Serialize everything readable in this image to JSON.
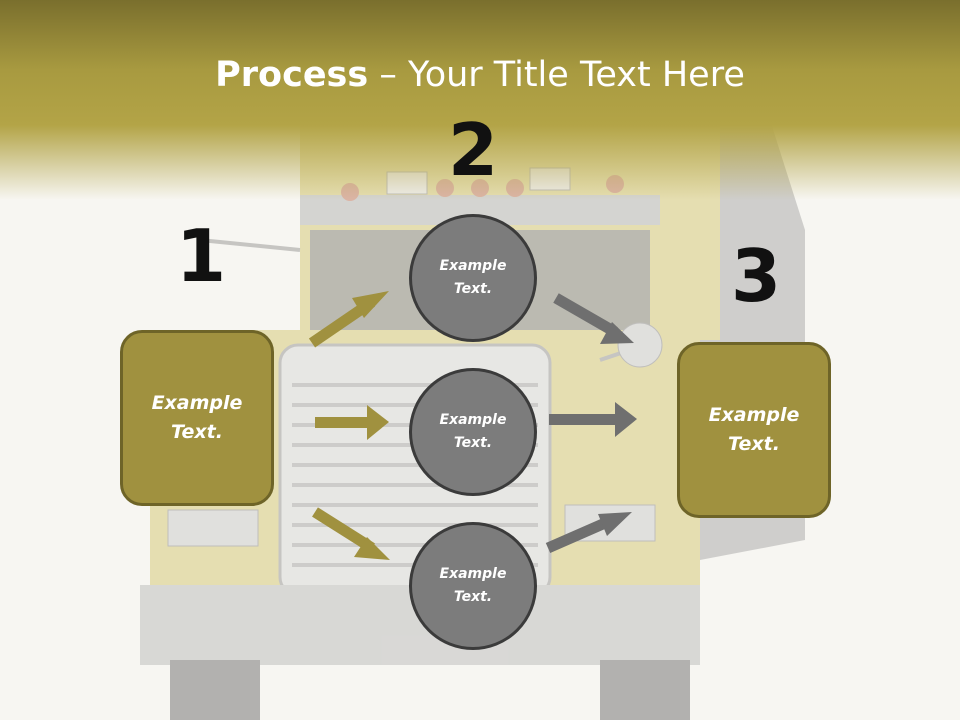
{
  "slide": {
    "title_bold": "Process",
    "title_rest": " – Your Title Text Here"
  },
  "steps": {
    "one": "1",
    "two": "2",
    "three": "3"
  },
  "left_box": {
    "text": "Example\nText."
  },
  "right_box": {
    "text": "Example\nText."
  },
  "circles": [
    {
      "text": "Example\nText."
    },
    {
      "text": "Example\nText."
    },
    {
      "text": "Example\nText."
    }
  ],
  "colors": {
    "gold": "#a0913f",
    "gold_dark": "#6e6428",
    "circle_gray": "#7c7c7c",
    "arrow_gray": "#6f6f6f"
  }
}
